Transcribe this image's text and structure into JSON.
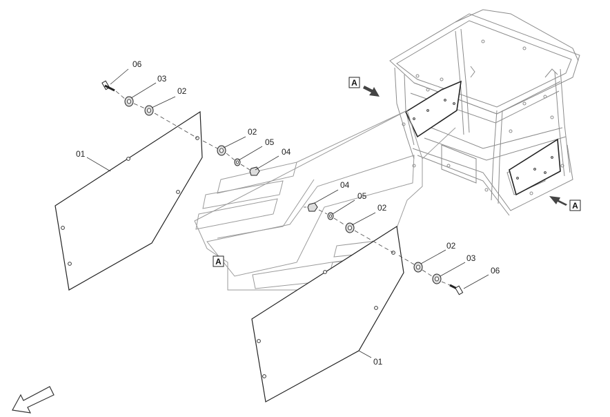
{
  "callouts": {
    "left_06": "06",
    "left_03": "03",
    "left_02_top": "02",
    "left_01": "01",
    "mid_02": "02",
    "mid_05": "05",
    "mid_04": "04",
    "right_04": "04",
    "right_05": "05",
    "right_02_top": "02",
    "right_02_bottom": "02",
    "right_03": "03",
    "right_06": "06",
    "right_01": "01"
  },
  "view_markers": {
    "cab_top": "A",
    "cab_right": "A",
    "ghost": "A"
  },
  "icons": {
    "front_direction": "arrow-down-left-icon",
    "view_arrow": "view-direction-arrow-icon"
  }
}
